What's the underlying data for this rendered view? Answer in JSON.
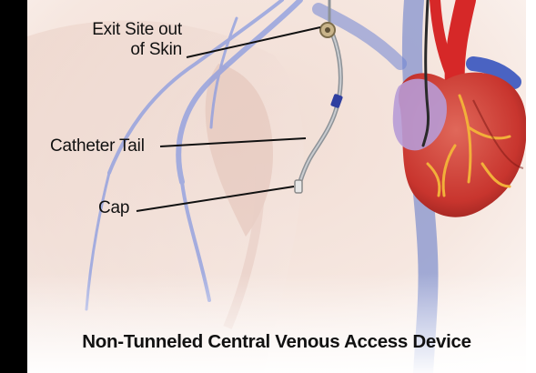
{
  "labels": {
    "exit_site_line1": "Exit Site out",
    "exit_site_line2": "of Skin",
    "catheter_tail": "Catheter Tail",
    "cap": "Cap"
  },
  "caption": "Non-Tunneled Central Venous Access Device",
  "colors": {
    "left_bar": "#000000",
    "skin": "#f5e3db",
    "vein_blue": "#5b74c9",
    "artery_red": "#d62828",
    "heart_red": "#c8352e",
    "catheter_gray": "#9ea3a8"
  }
}
